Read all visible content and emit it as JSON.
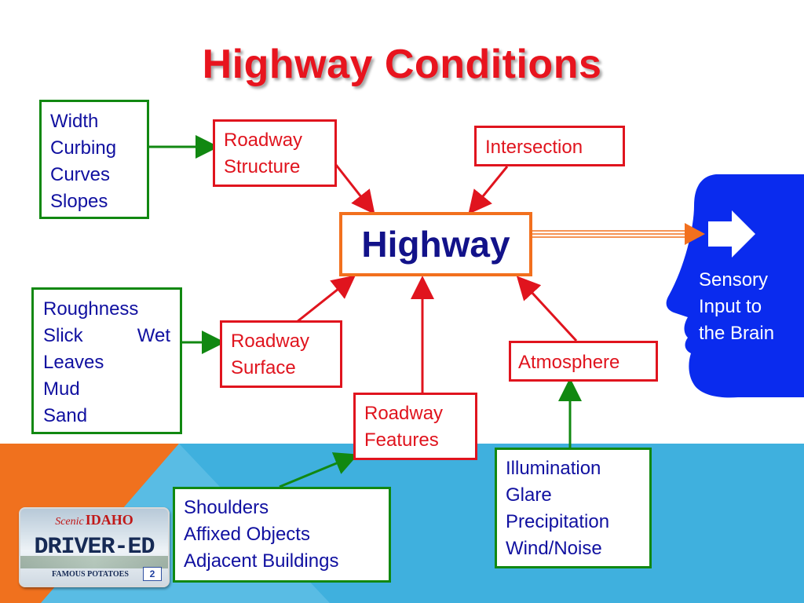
{
  "title": "Highway Conditions",
  "center": {
    "label": "Highway"
  },
  "boxes": {
    "width_list": [
      "Width",
      "Curbing",
      "Curves",
      "Slopes"
    ],
    "roadway_structure": [
      "Roadway",
      "Structure"
    ],
    "intersection": "Intersection",
    "surface_list": {
      "items": [
        "Roughness",
        "Leaves",
        "Mud",
        "Sand"
      ],
      "pair": [
        "Slick",
        "Wet"
      ]
    },
    "roadway_surface": [
      "Roadway",
      "Surface"
    ],
    "atmosphere": "Atmosphere",
    "roadway_features": [
      "Roadway",
      "Features"
    ],
    "features_list": [
      "Shoulders",
      "Affixed Objects",
      "Adjacent Buildings"
    ],
    "atmosphere_list": [
      "Illumination",
      "Glare",
      "Precipitation",
      "Wind/Noise"
    ]
  },
  "head_text": [
    "Sensory",
    "Input to",
    "the Brain"
  ],
  "logo": {
    "scenic": "Scenic",
    "state": "IDAHO",
    "main": "DRIVER-ED",
    "bottom": "FAMOUS POTATOES",
    "number": "2"
  },
  "colors": {
    "title": "#e8141e",
    "red_box": "#e0141e",
    "green_box": "#118811",
    "orange_box": "#f2701e",
    "head_blue": "#0a2bee",
    "band_blue": "#3fb0de",
    "band_orange": "#f0711e",
    "text_blue": "#1010a0",
    "center_text": "#12128a"
  },
  "icons": {
    "head": "head-silhouette-icon",
    "arrow": "arrow-right-icon"
  }
}
